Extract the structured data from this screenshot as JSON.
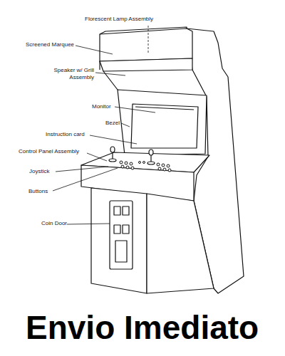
{
  "diagram": {
    "labels": [
      "Florescent Lamp Assembly",
      "Screened Marquee",
      "Speaker w/ Grill Assembly",
      "Monitor",
      "Bezel",
      "Instruction card",
      "Control Panel Assembly",
      "Joystick",
      "Buttons",
      "Coin Door",
      "Envio Imediato"
    ]
  }
}
